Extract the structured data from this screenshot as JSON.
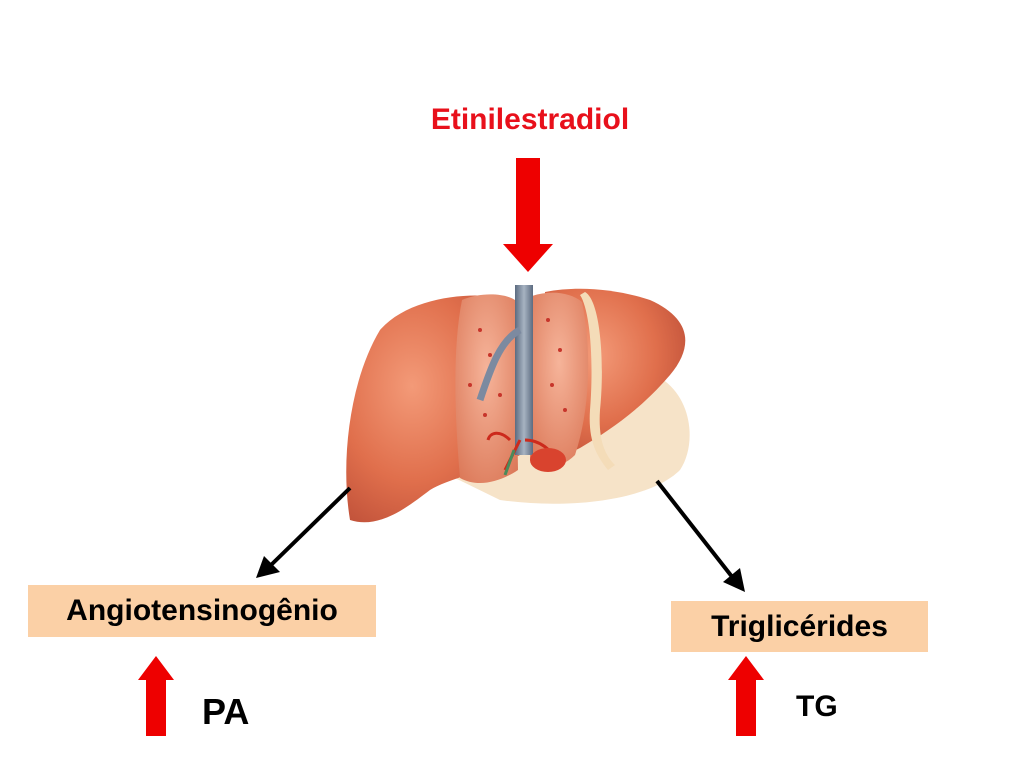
{
  "title": "Etinilestradiol",
  "left_box": "Angiotensinogênio",
  "right_box": "Triglicérides",
  "left_effect": "PA",
  "right_effect": "TG",
  "image": "liver-illustration",
  "colors": {
    "title_text": "#e8101b",
    "red_arrow": "#ee0000",
    "box_fill": "#fbd0a6",
    "black_arrow": "#000000",
    "liver": "#e06f4c"
  }
}
